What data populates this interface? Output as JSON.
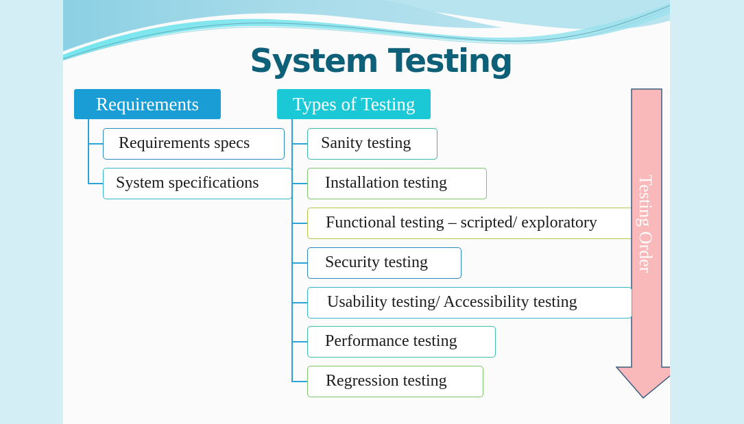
{
  "slide": {
    "title": "System Testing",
    "requirements": {
      "header": "Requirements",
      "items": [
        {
          "label": "Requirements specs"
        },
        {
          "label": "System specifications"
        }
      ]
    },
    "types_of_testing": {
      "header": "Types of Testing",
      "items": [
        {
          "label": "Sanity testing",
          "border": "#3cb8a8"
        },
        {
          "label": "Installation testing",
          "border": "#7dc46a"
        },
        {
          "label": "Functional testing – scripted/ exploratory",
          "border": "#b5c44a"
        },
        {
          "label": "Security testing",
          "border": "#2a8ac0"
        },
        {
          "label": "Usability testing/ Accessibility testing",
          "border": "#33b8c8"
        },
        {
          "label": "Performance testing",
          "border": "#3cbfaf"
        },
        {
          "label": "Regression testing",
          "border": "#7dc46a"
        }
      ]
    },
    "arrow": {
      "label": "Testing Order",
      "fill": "#f9b9bb",
      "stroke": "#3b5c80"
    },
    "colors": {
      "title": "#0e5f78",
      "requirements_header": "#1a9cd4",
      "types_header": "#1bc8d6",
      "connector": "#2aa3d8"
    }
  }
}
